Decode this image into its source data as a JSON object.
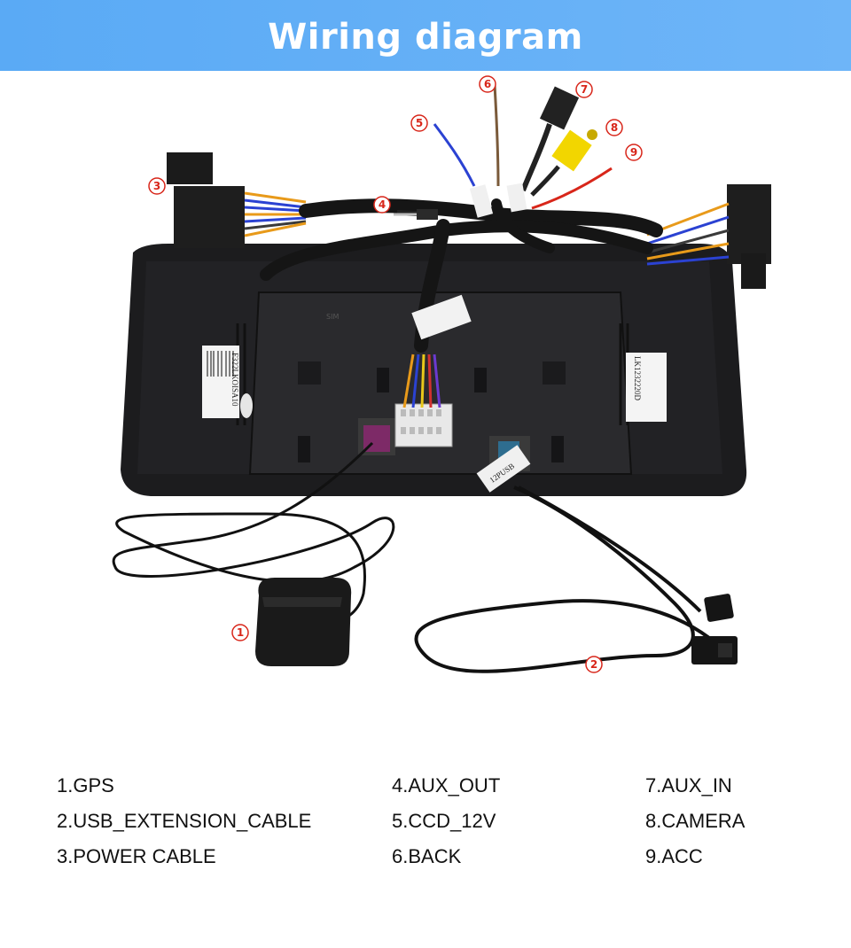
{
  "header": {
    "title": "Wiring diagram"
  },
  "markers": [
    "1",
    "2",
    "3",
    "4",
    "5",
    "6",
    "7",
    "8",
    "9"
  ],
  "device_labels": {
    "left_sticker": "F322LKOISA10",
    "right_sticker": "LK1232220D",
    "sim_label": "SIM",
    "usb_tag": "12PUSB"
  },
  "legend": {
    "items": [
      "1.GPS",
      "2.USB_EXTENSION_CABLE",
      "3.POWER CABLE",
      "4.AUX_OUT",
      "5.CCD_12V",
      "6.BACK",
      "7.AUX_IN",
      "8.CAMERA",
      "9.ACC"
    ]
  },
  "colors": {
    "banner": "#5aaaf5",
    "marker": "#d8261a",
    "device": "#1c1c1e",
    "harness": "#151515",
    "camera_rca": "#f2d600"
  }
}
